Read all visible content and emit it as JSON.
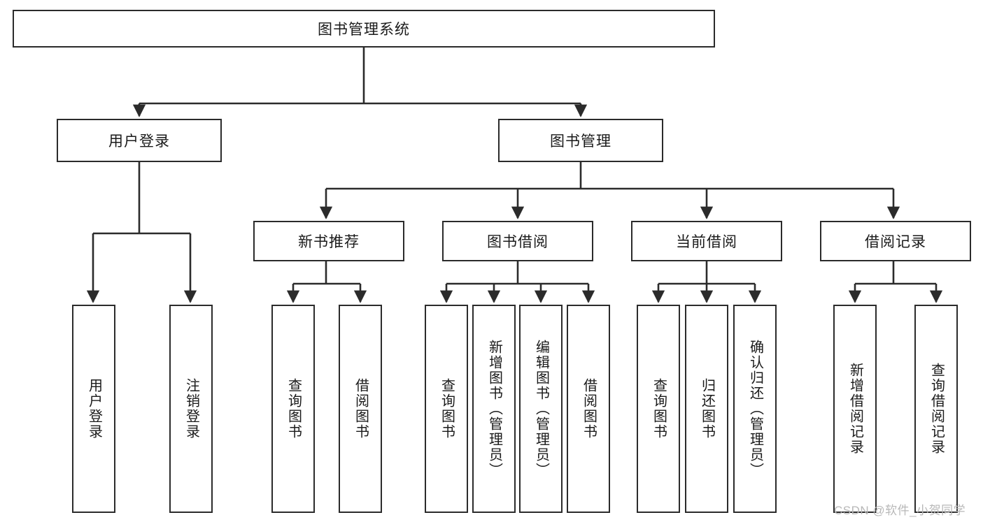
{
  "diagram": {
    "type": "tree-hierarchy",
    "title": "图书管理系统",
    "root": {
      "label": "图书管理系统"
    },
    "level2": [
      {
        "label": "用户登录"
      },
      {
        "label": "图书管理"
      }
    ],
    "level3": [
      {
        "label": "新书推荐",
        "parent": "图书管理"
      },
      {
        "label": "图书借阅",
        "parent": "图书管理"
      },
      {
        "label": "当前借阅",
        "parent": "图书管理"
      },
      {
        "label": "借阅记录",
        "parent": "图书管理"
      }
    ],
    "leaves": {
      "user_login": [
        {
          "label": "用户登录"
        },
        {
          "label": "注销登录"
        }
      ],
      "new_book_recommend": [
        {
          "label": "查询图书"
        },
        {
          "label": "借阅图书"
        }
      ],
      "book_borrow": [
        {
          "label": "查询图书"
        },
        {
          "label": "新增图书（管理员）"
        },
        {
          "label": "编辑图书（管理员）"
        },
        {
          "label": "借阅图书"
        }
      ],
      "current_borrow": [
        {
          "label": "查询图书"
        },
        {
          "label": "归还图书"
        },
        {
          "label": "确认归还（管理员）"
        }
      ],
      "borrow_record": [
        {
          "label": "新增借阅记录"
        },
        {
          "label": "查询借阅记录"
        }
      ]
    }
  },
  "watermark": {
    "text": "CSDN @软件_小贺同学"
  },
  "colors": {
    "stroke": "#2b2b2b",
    "fill": "#ffffff",
    "text": "#1a1a1a",
    "watermark": "#b8b8b8"
  }
}
